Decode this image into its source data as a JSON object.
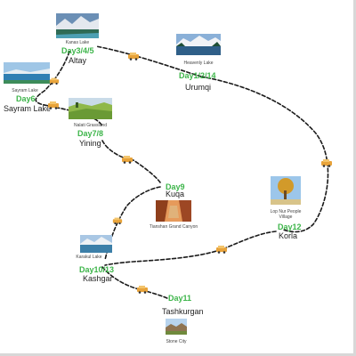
{
  "stops": [
    {
      "id": "altay",
      "day": "Day3/4/5",
      "city": "Altay",
      "caption": "Kanas Lake"
    },
    {
      "id": "urumqi",
      "day": "Day1/2/14",
      "city": "Urumqi",
      "caption": "Heavenly Lake"
    },
    {
      "id": "sayram",
      "day": "Day6",
      "city": "Sayram Lake",
      "caption": "Sayram Lake"
    },
    {
      "id": "yining",
      "day": "Day7/8",
      "city": "Yining",
      "caption": "Nalati Grassland"
    },
    {
      "id": "kuqa",
      "day": "Day9",
      "city": "Kuqa",
      "caption": "Tianshan Grand Canyon"
    },
    {
      "id": "korla",
      "day": "Day12",
      "city": "Korla",
      "caption": "Lop Nur People Village"
    },
    {
      "id": "kashgar",
      "day": "Day10/13",
      "city": "Kashgar",
      "caption": "Karakul Lake"
    },
    {
      "id": "tashkurgan",
      "day": "Day11",
      "city": "Tashkurgan",
      "caption": "Stone City"
    }
  ],
  "colors": {
    "day_label": "#3db54a",
    "route_line": "#1a1a1a",
    "city_text": "#222222",
    "vehicle": "#e8a33a"
  },
  "icons": [
    "car-icon"
  ]
}
